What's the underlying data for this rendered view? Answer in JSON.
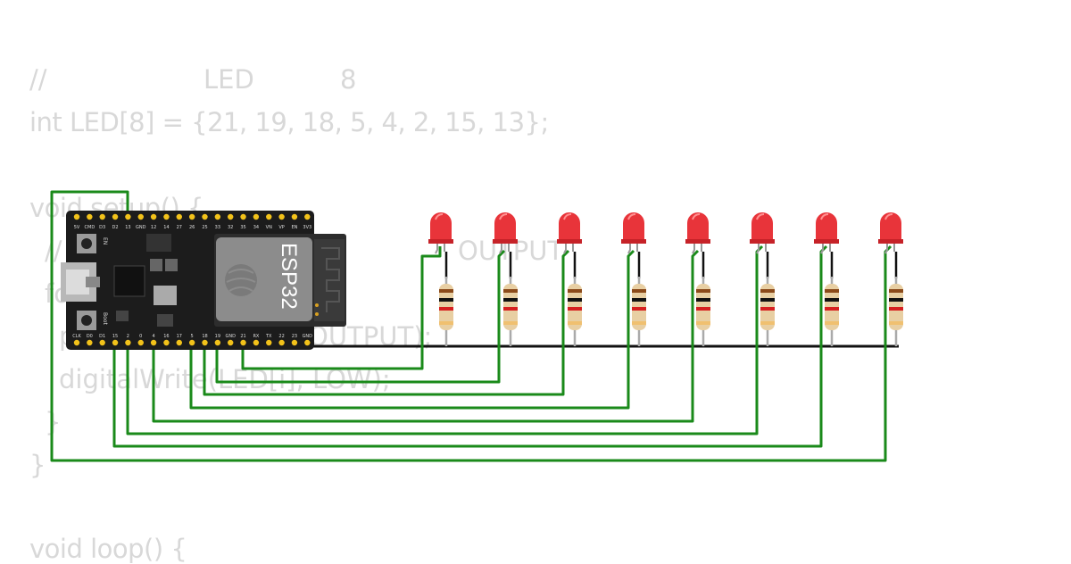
{
  "code": {
    "comment": {
      "slashes": "//",
      "word_led": "LED",
      "num": "8"
    },
    "line_array": "int LED[8] = {21, 19, 18, 5, 4, 2, 15, 13};",
    "line_setup": "void setup() {",
    "line_comment2": "//",
    "frag_output1": "OUTPUT",
    "line_for": "fo",
    "line_pinmode": "p",
    "frag_output2": "OUTPUT);",
    "line_digitalwrite": "digitalWrite(LED[i], LOW);",
    "line_close_inner": "}",
    "line_close_setup": "}",
    "line_loop": "void loop() {"
  },
  "board": {
    "chip_label": "ESP32",
    "top_pins": [
      "3V3",
      "EN",
      "VP",
      "VN",
      "34",
      "35",
      "32",
      "33",
      "25",
      "26",
      "27",
      "14",
      "12",
      "GND",
      "13",
      "D2",
      "D3",
      "CMD",
      "5V"
    ],
    "bottom_pins": [
      "CLK",
      "D0",
      "D1",
      "15",
      "2",
      "0",
      "4",
      "16",
      "17",
      "5",
      "18",
      "19",
      "GND",
      "21",
      "RX",
      "TX",
      "22",
      "23",
      "GND"
    ],
    "button_en": "EN",
    "button_boot": "Boot"
  },
  "leds": [
    {
      "color": "#e8343a"
    },
    {
      "color": "#e8343a"
    },
    {
      "color": "#e8343a"
    },
    {
      "color": "#e8343a"
    },
    {
      "color": "#e8343a"
    },
    {
      "color": "#e8343a"
    },
    {
      "color": "#e8343a"
    },
    {
      "color": "#e8343a"
    }
  ],
  "colors": {
    "wire_green": "#1a8a1a",
    "wire_black": "#111111",
    "board": "#1c1c1c",
    "pin_gold": "#f2c21a"
  }
}
